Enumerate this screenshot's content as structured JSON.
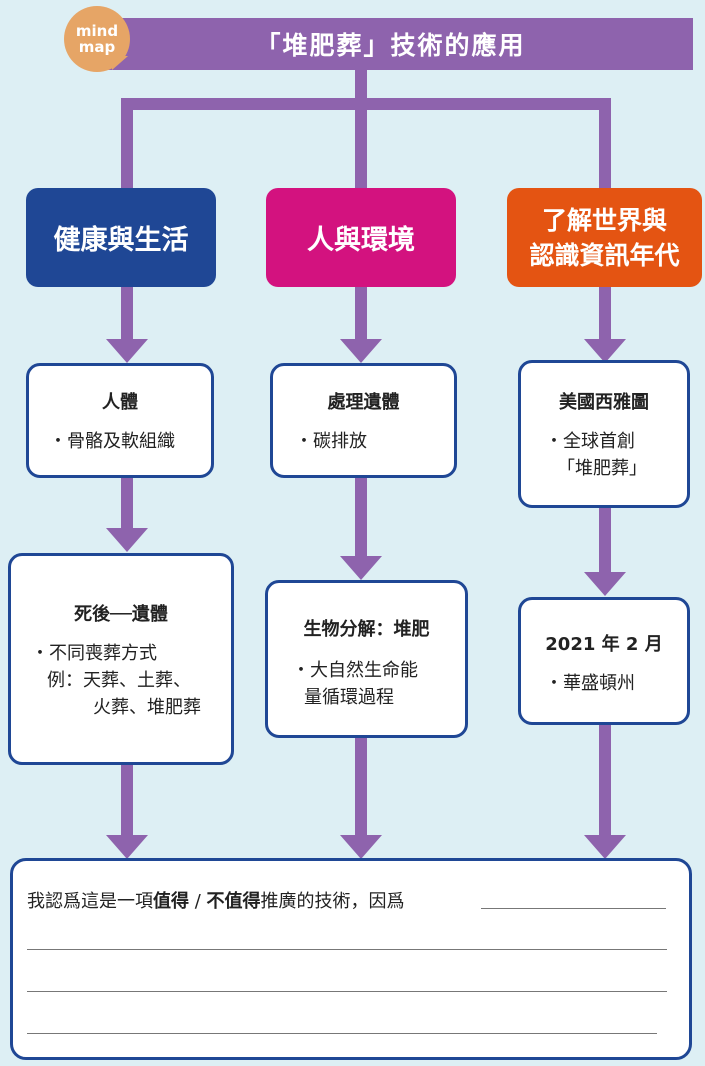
{
  "header": {
    "badge_line1": "mind",
    "badge_line2": "map",
    "title": "「堆肥葬」技術的應用"
  },
  "categories": [
    {
      "label": "健康與生活",
      "color": "#1f4795"
    },
    {
      "label": "人與環境",
      "color": "#d3127f"
    },
    {
      "label_line1": "了解世界與",
      "label_line2": "認識資訊年代",
      "color": "#e45412"
    }
  ],
  "nodes": {
    "body": {
      "heading": "人體",
      "bullet": "・骨骼及軟組織"
    },
    "remains": {
      "heading": "處理遺體",
      "bullet": "・碳排放"
    },
    "seattle": {
      "heading": "美國西雅圖",
      "bullet_line1": "・全球首創",
      "bullet_line2": "「堆肥葬」"
    },
    "death": {
      "heading": "死後──遺體",
      "bullet_line1": "・不同喪葬方式",
      "bullet_line2": "例：天葬、土葬、",
      "bullet_line3": "火葬、堆肥葬"
    },
    "compost": {
      "heading": "生物分解：堆肥",
      "bullet_line1": "・大自然生命能",
      "bullet_line2": "量循環過程"
    },
    "date": {
      "heading": "2021 年 2 月",
      "bullet": "・華盛頓州"
    }
  },
  "conclusion": {
    "prefix": "我認爲這是一項",
    "worth": "值得",
    "slash": "/",
    "notworth": "不值得",
    "suffix": "推廣的技術，因爲"
  },
  "colors": {
    "connector": "#8e63ad",
    "node_border": "#1f4795",
    "background": "#ddeff4"
  }
}
